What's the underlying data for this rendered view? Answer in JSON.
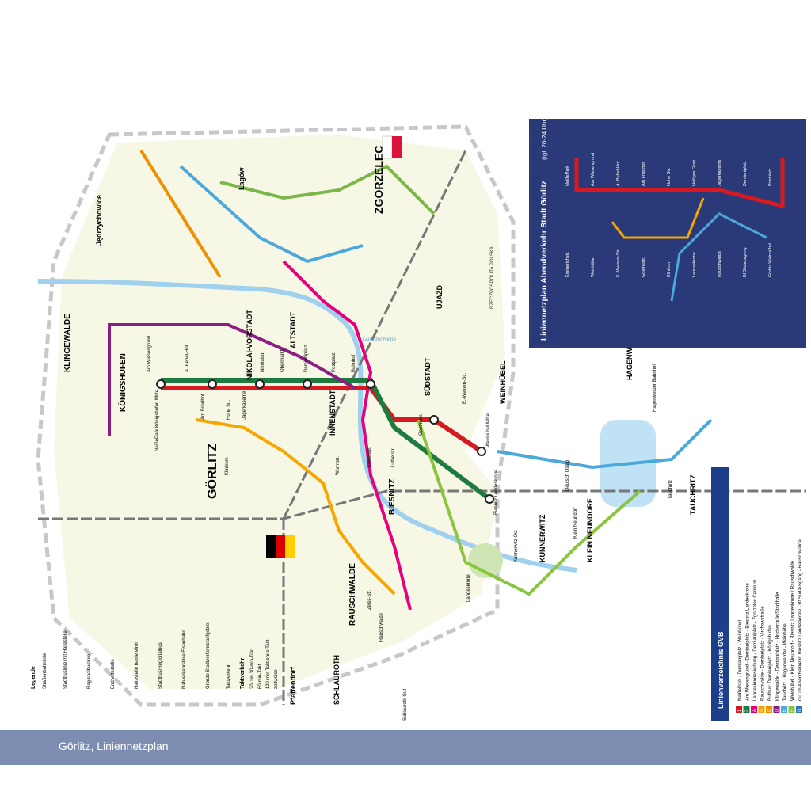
{
  "footer": {
    "title": "Görlitz, Liniennetzplan"
  },
  "map": {
    "districts": [
      "KLINGEWALDE",
      "KÖNIGSHUFEN",
      "GÖRLITZ",
      "NIKOLAI-VORSTADT",
      "ALTSTADT",
      "INNENSTADT",
      "SÜDSTADT",
      "WEINHÜBEL",
      "BIESNITZ",
      "RAUSCHWALDE",
      "SCHLAUROTH",
      "KUNNERWITZ",
      "KLEIN NEUNDORF",
      "TAUCHRITZ",
      "HAGENWERDER",
      "ZGORZELEC",
      "Łagów",
      "UJAZD",
      "Jędrzychowice",
      "Pfaffendorf"
    ],
    "stops": [
      "NeißePark Königshufen Mitte",
      "A.-Bebel-Hof",
      "Am Friedhof",
      "Hohe Str.",
      "Jägerkaserne",
      "Nikolaistr.",
      "Obermarkt",
      "Demianiplatz",
      "Postplatz",
      "Bahnhof",
      "Goethestr.",
      "Weinhübel Mitte",
      "E.-Weinert-Str.",
      "Am Wiesengrund",
      "Landeskrone",
      "Klinikum",
      "Rauschwalde",
      "Zeiss-Str.",
      "Biesnitz Landeskrone",
      "Lutherstr.",
      "Luisenstr.",
      "Wurmstr.",
      "Hagenwerder Bahnhof",
      "Tauchritz",
      "Deutsch Ossig",
      "Kunnerwitz Ost",
      "Klein Neundorf",
      "Schlauroth Gut"
    ],
    "legend_title": "Legende",
    "legend_items": [
      "Straßenbahnlinie",
      "Stadtbuslinie mit Haltestelle",
      "Regionalbuslinie",
      "Endhaltestelle",
      "Haltestelle barrierefrei",
      "Stadtbus/Regionalbus",
      "Nahverkehrslinie Eisenbahn",
      "Grenze Stadtverkehrstarifgebiet",
      "Taktverkehr"
    ],
    "takt_label": "Taktverkehr",
    "takt_items": [
      "20- bis 30-min-Takt",
      "60-min-Takt",
      "120-min-Takt/ohne Takt",
      "zeitweise"
    ],
    "line_index_title": "Linienverzeichnis GVB",
    "lines": [
      {
        "id": "1",
        "label": "NeißePark - Demianiplatz - Weinhübel",
        "color": "#d71920"
      },
      {
        "id": "2",
        "label": "Am Wiesengrund - Demianiplatz - Biesnitz Landeskrone",
        "color": "#1e7a3e"
      },
      {
        "id": "A",
        "label": "Landeskronesiedlung - Demianiplatz - Zgorzelec Centrum",
        "color": "#e6007e"
      },
      {
        "id": "B",
        "label": "Rauschwalde - Demianiplatz - Virchowstraße",
        "color": "#f7a600"
      },
      {
        "id": "C",
        "label": "Rufbus: Demianiplatz - Königshufen",
        "color": "#f18f01"
      },
      {
        "id": "D",
        "label": "Klingewalde - Demianiplatz - Hochschule/Stadthalle",
        "color": "#8c1d82"
      },
      {
        "id": "E",
        "label": "Tauchritz - Hagenwerder - Weinhübel",
        "color": "#4aa8dc"
      },
      {
        "id": "F",
        "label": "Weinhübel - Klein Neundorf - Biesnitz Landeskrone / Rauschwalde",
        "color": "#8bc43f"
      },
      {
        "id": "N",
        "label": "nur im Abendverkehr: Biesnitz Landeskrone - Bf Südausgang - Rauschwalde",
        "color": "#2b74b8"
      }
    ],
    "inset_title": "Liniennetzplan Abendverkehr Stadt Görlitz",
    "inset_subtitle": "(tgl. 20-24 Uhr)",
    "inset_stops": [
      "NeißePark",
      "Am Wiesengrund",
      "A.-Bebel-Hof",
      "Am Friedhof",
      "Hohe Str.",
      "Heiliges Grab",
      "Jägerkaserne",
      "Demianiplatz",
      "Postplatz",
      "Emmerichstr.",
      "Weinhübel",
      "E.-Weinert-Str.",
      "Goethestr.",
      "Klinikum",
      "Landeskrone",
      "Rauschwalde",
      "Bf Südausgang",
      "Görlitz Weinhübel"
    ],
    "poland_label": "RZECZPOSPOLITA POLSKA",
    "neisse_label": "Lausitzer Neiße"
  }
}
